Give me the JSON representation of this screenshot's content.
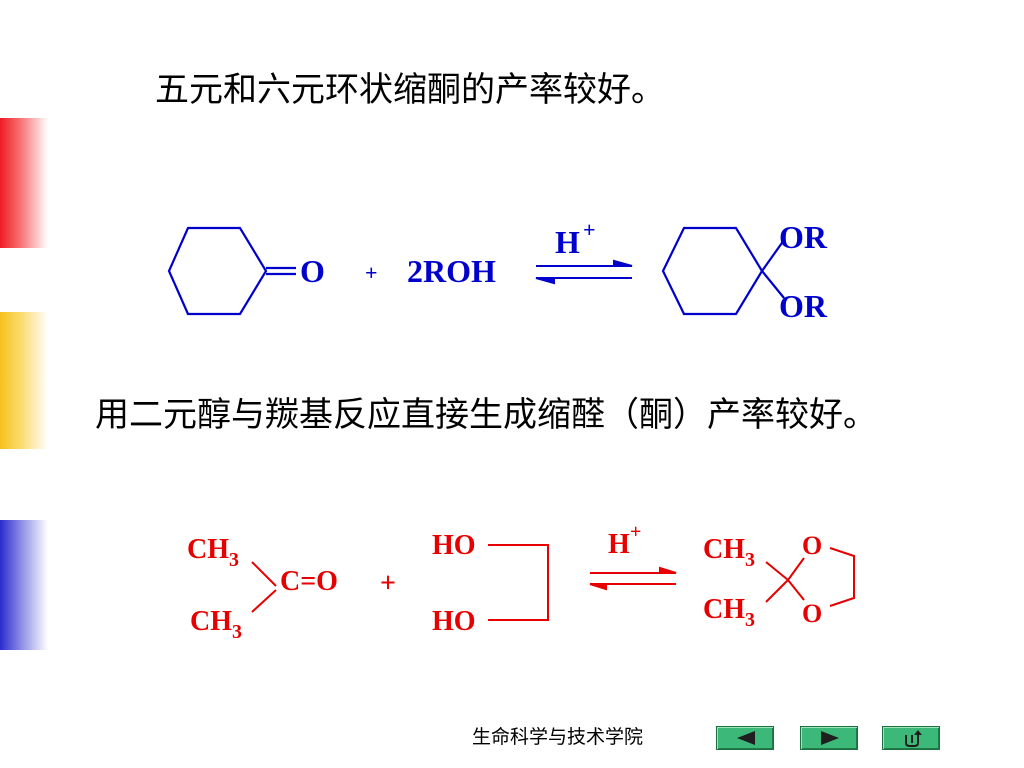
{
  "statements": {
    "line1": "五元和六元环状缩酮的产率较好。",
    "line2": "用二元醇与羰基反应直接生成缩醛（酮）产率较好。"
  },
  "reaction1": {
    "carbonyl_oxygen": "O",
    "plus": "+",
    "reagent": "2ROH",
    "catalyst": "H",
    "catalyst_charge": "+",
    "product_top": "OR",
    "product_bottom": "OR"
  },
  "reaction2": {
    "ch3_top": "CH",
    "ch3_top_sub": "3",
    "carbonyl": "C=O",
    "ch3_bottom": "CH",
    "ch3_bottom_sub": "3",
    "plus": "+",
    "diol_top": "HO",
    "diol_bottom": "HO",
    "catalyst": "H",
    "catalyst_charge": "+",
    "product_ch3_top": "CH",
    "product_ch3_top_sub": "3",
    "product_ch3_bottom": "CH",
    "product_ch3_bottom_sub": "3",
    "ring_o_top": "O",
    "ring_o_bottom": "O"
  },
  "footer": {
    "label": "生命科学与技术学院",
    "buttons": [
      "prev-triangle-icon",
      "next-triangle-icon",
      "return-arrow-icon"
    ]
  },
  "colors": {
    "blue": "#0000cc",
    "red": "#e60000",
    "nav_button": "#3cb878",
    "bar_red": "#ee1c24",
    "bar_yellow": "#f6c21c",
    "bar_blue": "#2b2bd0"
  }
}
